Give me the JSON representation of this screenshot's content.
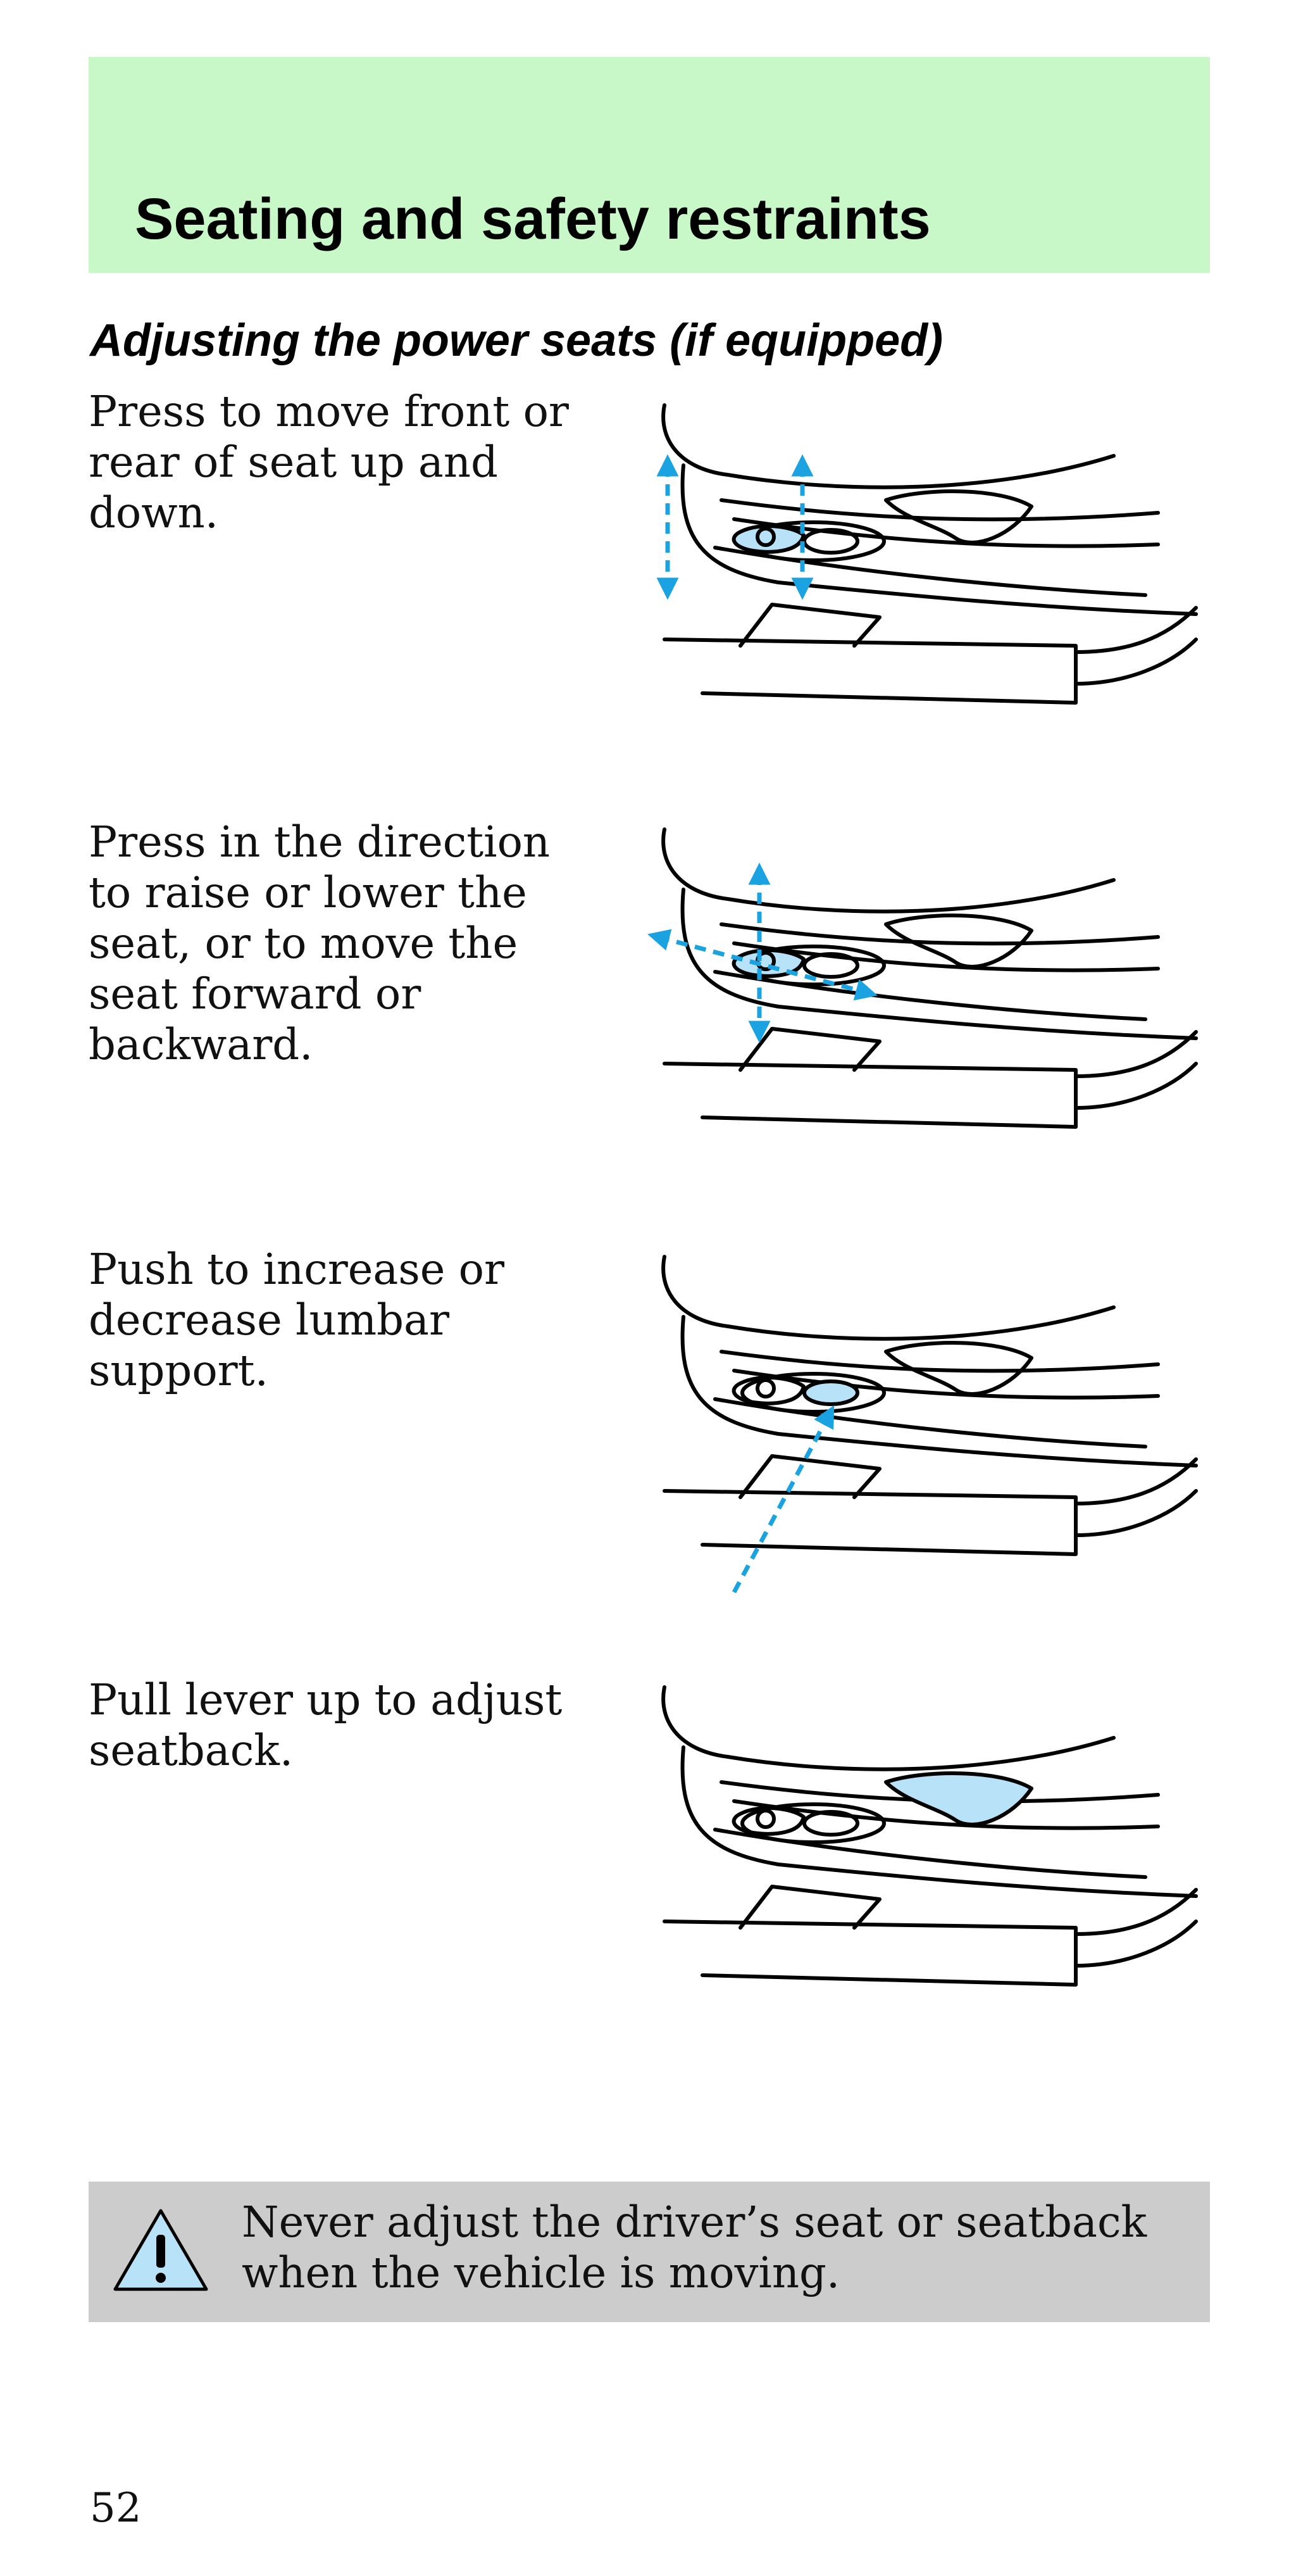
{
  "header": {
    "title": "Seating and safety restraints"
  },
  "section": {
    "title": "Adjusting the power seats (if equipped)"
  },
  "steps": [
    {
      "text": "Press to move front or rear of seat up and down."
    },
    {
      "text": "Press in the direction to raise or lower the seat, or to move the seat forward or backward."
    },
    {
      "text": "Push to increase or decrease lumbar support."
    },
    {
      "text": "Pull lever up to adjust seatback."
    }
  ],
  "warning": {
    "icon": "warning-triangle-icon",
    "text": "Never adjust the driver’s seat or seatback when the vehicle is moving."
  },
  "page": {
    "number": "52"
  },
  "colors": {
    "header_band": "#c8f8c8",
    "warning_band": "#cccccc",
    "highlight": "#b8e2f8",
    "arrow": "#1aa3e0"
  }
}
